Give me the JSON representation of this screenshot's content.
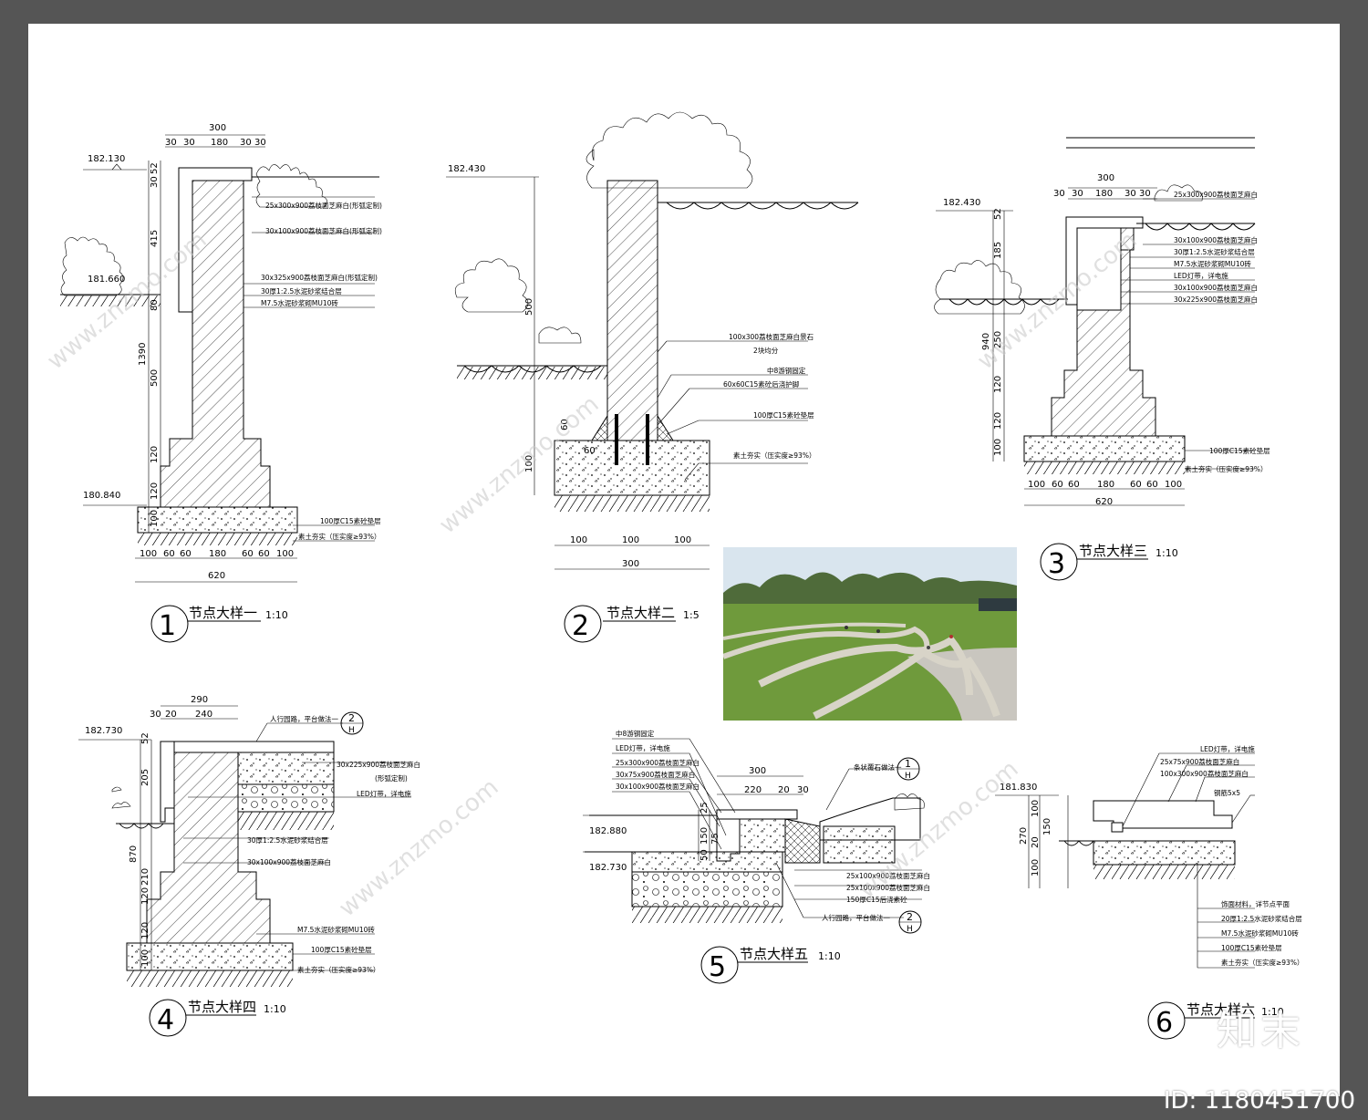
{
  "details": [
    {
      "id": "1",
      "title": "节点大样一",
      "scale": "1:10",
      "elevations": [
        "182.130",
        "181.660",
        "180.840"
      ],
      "top_dims": [
        "300",
        "30",
        "30",
        "180",
        "30",
        "30"
      ],
      "left_dims": [
        "52",
        "30",
        "415",
        "80",
        "1390",
        "500",
        "120",
        "120",
        "100"
      ],
      "bottom_dims": [
        "100",
        "60",
        "60",
        "180",
        "60",
        "60",
        "100"
      ],
      "bottom_total": "620",
      "notes": [
        "25x300x900荔枝面芝麻白(形弧定制)",
        "30x100x900荔枝面芝麻白(形弧定制)",
        "30x325x900荔枝面芝麻白(形弧定制)",
        "30厚1:2.5水泥砂浆结合层",
        "M7.5水泥砂浆砌MU10砖",
        "100厚C15素砼垫层",
        "素土夯实（压实度≥93%）"
      ]
    },
    {
      "id": "2",
      "title": "节点大样二",
      "scale": "1:5",
      "elevations": [
        "182.430"
      ],
      "left_dims": [
        "500",
        "60",
        "100"
      ],
      "inner_dims": [
        "60",
        "60"
      ],
      "bottom_dims": [
        "100",
        "100",
        "100"
      ],
      "bottom_total": "300",
      "notes": [
        "100x300荔枝面芝麻白景石",
        "2块均分",
        "中8游钢固定",
        "60x60C15素砼后浇护脚",
        "100厚C15素砼垫层",
        "素土夯实（压实度≥93%）"
      ]
    },
    {
      "id": "3",
      "title": "节点大样三",
      "scale": "1:10",
      "elevations": [
        "182.430"
      ],
      "top_dims": [
        "300",
        "30",
        "30",
        "180",
        "30",
        "30"
      ],
      "left_dims": [
        "52",
        "940",
        "185",
        "250",
        "120",
        "120",
        "100"
      ],
      "bottom_dims": [
        "100",
        "60",
        "60",
        "180",
        "60",
        "60",
        "100"
      ],
      "bottom_total": "620",
      "notes": [
        "25x300x900荔枝面芝麻白",
        "30x100x900荔枝面芝麻白",
        "30厚1:2.5水泥砂浆结合层",
        "M7.5水泥砂浆砌MU10砖",
        "LED灯带，详电施",
        "30x100x900荔枝面芝麻白",
        "30x225x900荔枝面芝麻白",
        "100厚C15素砼垫层",
        "素土夯实（压实度≥93%）"
      ]
    },
    {
      "id": "4",
      "title": "节点大样四",
      "scale": "1:10",
      "elevations": [
        "182.730"
      ],
      "top_dims": [
        "290",
        "30",
        "20",
        "240"
      ],
      "left_dims": [
        "52",
        "205",
        "870",
        "210",
        "120",
        "120",
        "100"
      ],
      "notes": [
        "人行园路，平台做法一",
        "30x225x900荔枝面芝麻白",
        "(形弧定制)",
        "LED灯带，详电施",
        "30厚1:2.5水泥砂浆结合层",
        "30x100x900荔枝面芝麻白",
        "M7.5水泥砂浆砌MU10砖",
        "100厚C15素砼垫层",
        "素土夯实（压实度≥93%）"
      ],
      "ref": {
        "num": "2",
        "sheet": "H"
      }
    },
    {
      "id": "5",
      "title": "节点大样五",
      "scale": "1:10",
      "elevations": [
        "182.880",
        "182.730"
      ],
      "top_dims": [
        "300",
        "220",
        "20",
        "30"
      ],
      "left_dims": [
        "25",
        "150",
        "50",
        "75"
      ],
      "notes": [
        "中8游钢固定",
        "LED灯带，详电施",
        "25x300x900荔枝面芝麻白",
        "30x75x900荔枝面芝麻白",
        "30x100x900荔枝面芝麻白",
        "条状覆石做法一",
        "25x100x900荔枝面芝麻白",
        "25x100x900荔枝面芝麻白",
        "150厚C15后浇素砼",
        "人行园路，平台做法一"
      ],
      "refs": [
        {
          "num": "1",
          "sheet": "H"
        },
        {
          "num": "2",
          "sheet": "H"
        }
      ]
    },
    {
      "id": "6",
      "title": "节点大样六",
      "scale": "1:10",
      "elevations": [
        "181.830"
      ],
      "left_dims": [
        "270",
        "100",
        "150",
        "20",
        "100"
      ],
      "notes": [
        "LED灯带，详电施",
        "25x75x900荔枝面芝麻白",
        "100x300x900荔枝面芝麻白",
        "钢筋5x5",
        "饰面材料，详节点平面",
        "20厚1:2.5水泥砂浆结合层",
        "M7.5水泥砂浆砌MU10砖",
        "100厚C15素砼垫层",
        "素土夯实（压实度≥93%）"
      ]
    }
  ],
  "watermark": {
    "brand": "知末",
    "id": "ID: 1180451700",
    "site": "www.znzmo.com"
  },
  "colors": {
    "background": "#555555",
    "sheet": "#ffffff",
    "ink": "#000000",
    "grass": "#6f9a3c",
    "sky": "#d7e4ee"
  }
}
